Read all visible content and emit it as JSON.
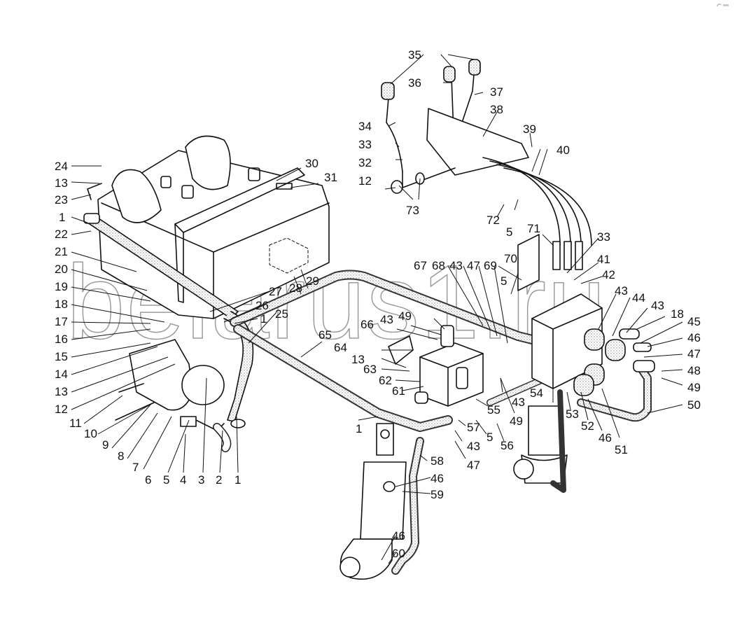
{
  "diagram": {
    "type": "exploded-parts-diagram",
    "subject": "hydraulic system",
    "watermark": "belarus1.ru",
    "parts": [
      {
        "name": "oil-tank",
        "callouts": [
          "30",
          "31"
        ]
      },
      {
        "name": "control-levers",
        "callouts": [
          "34",
          "35",
          "36",
          "37"
        ]
      },
      {
        "name": "lever-bracket",
        "callouts": [
          "38",
          "39"
        ]
      },
      {
        "name": "control-cables",
        "callouts": [
          "40"
        ]
      },
      {
        "name": "pump",
        "callouts": [
          "3",
          "6",
          "7"
        ]
      },
      {
        "name": "distributor",
        "callouts": [
          "41",
          "42",
          "43",
          "44",
          "45"
        ]
      },
      {
        "name": "power-regulator",
        "callouts": [
          "61",
          "62",
          "67",
          "68"
        ]
      },
      {
        "name": "hydraulic-cylinder-left",
        "callouts": [
          "58",
          "59",
          "60"
        ]
      },
      {
        "name": "hydraulic-cylinder-right",
        "callouts": [
          "54"
        ]
      }
    ]
  },
  "callouts": [
    {
      "text": "24"
    },
    {
      "text": "13"
    },
    {
      "text": "23"
    },
    {
      "text": "1"
    },
    {
      "text": "22"
    },
    {
      "text": "21"
    },
    {
      "text": "20"
    },
    {
      "text": "19"
    },
    {
      "text": "18"
    },
    {
      "text": "17"
    },
    {
      "text": "16"
    },
    {
      "text": "15"
    },
    {
      "text": "14"
    },
    {
      "text": "13"
    },
    {
      "text": "12"
    },
    {
      "text": "11"
    },
    {
      "text": "10"
    },
    {
      "text": "9"
    },
    {
      "text": "8"
    },
    {
      "text": "7"
    },
    {
      "text": "6"
    },
    {
      "text": "5"
    },
    {
      "text": "4"
    },
    {
      "text": "3"
    },
    {
      "text": "2"
    },
    {
      "text": "1"
    },
    {
      "text": "30"
    },
    {
      "text": "31"
    },
    {
      "text": "27"
    },
    {
      "text": "26"
    },
    {
      "text": "1"
    },
    {
      "text": "25"
    },
    {
      "text": "28"
    },
    {
      "text": "29"
    },
    {
      "text": "65"
    },
    {
      "text": "35"
    },
    {
      "text": "36"
    },
    {
      "text": "37"
    },
    {
      "text": "38"
    },
    {
      "text": "34"
    },
    {
      "text": "39"
    },
    {
      "text": "33"
    },
    {
      "text": "32"
    },
    {
      "text": "40"
    },
    {
      "text": "12"
    },
    {
      "text": "73"
    },
    {
      "text": "72"
    },
    {
      "text": "5"
    },
    {
      "text": "71"
    },
    {
      "text": "33"
    },
    {
      "text": "70"
    },
    {
      "text": "41"
    },
    {
      "text": "42"
    },
    {
      "text": "5"
    },
    {
      "text": "43"
    },
    {
      "text": "44"
    },
    {
      "text": "43"
    },
    {
      "text": "18"
    },
    {
      "text": "45"
    },
    {
      "text": "46"
    },
    {
      "text": "47"
    },
    {
      "text": "48"
    },
    {
      "text": "49"
    },
    {
      "text": "50"
    },
    {
      "text": "67"
    },
    {
      "text": "68"
    },
    {
      "text": "43"
    },
    {
      "text": "47"
    },
    {
      "text": "69"
    },
    {
      "text": "66"
    },
    {
      "text": "43"
    },
    {
      "text": "49"
    },
    {
      "text": "64"
    },
    {
      "text": "13"
    },
    {
      "text": "63"
    },
    {
      "text": "62"
    },
    {
      "text": "61"
    },
    {
      "text": "43"
    },
    {
      "text": "54"
    },
    {
      "text": "53"
    },
    {
      "text": "52"
    },
    {
      "text": "46"
    },
    {
      "text": "51"
    },
    {
      "text": "55"
    },
    {
      "text": "49"
    },
    {
      "text": "1"
    },
    {
      "text": "57"
    },
    {
      "text": "5"
    },
    {
      "text": "56"
    },
    {
      "text": "43"
    },
    {
      "text": "47"
    },
    {
      "text": "58"
    },
    {
      "text": "46"
    },
    {
      "text": "59"
    },
    {
      "text": "46"
    },
    {
      "text": "60"
    }
  ]
}
